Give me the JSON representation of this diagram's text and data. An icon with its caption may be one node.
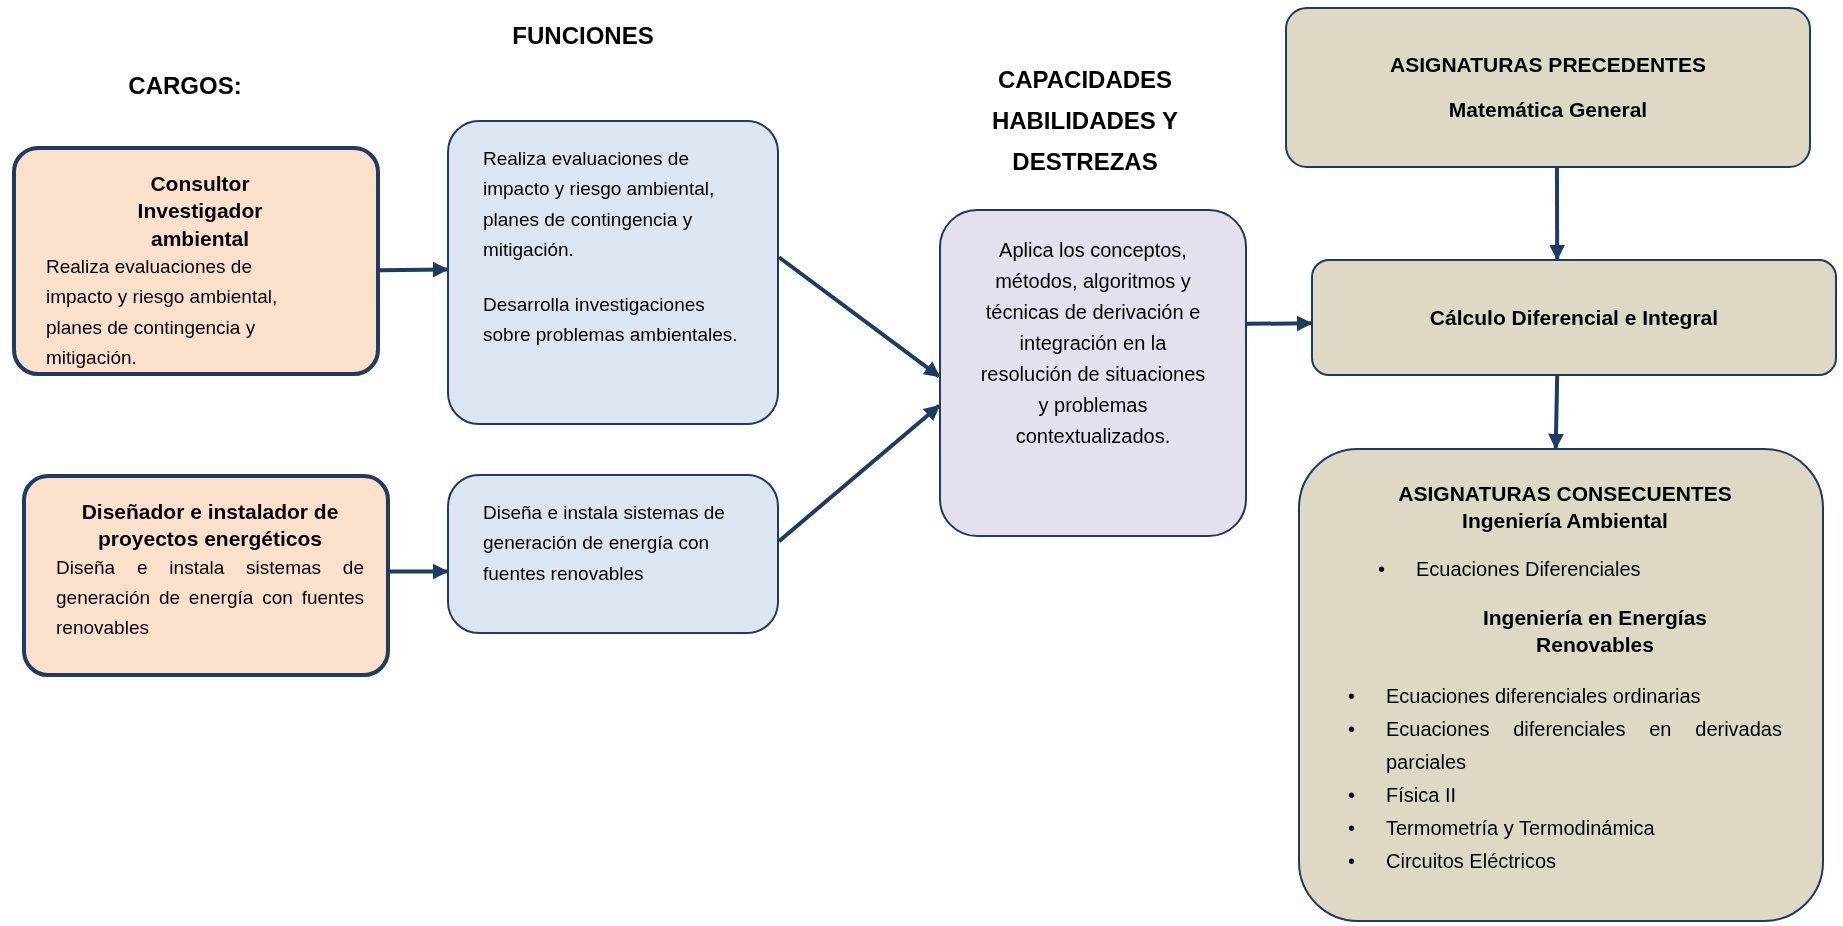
{
  "diagram": {
    "nodes": [
      {
        "text": [
          "Consultor Investigador ambiental",
          "Realiza evaluaciones de impacto y riesgo ambiental, planes de contingencia y mitigación."
        ]
      },
      {
        "text": [
          "Realiza evaluaciones de impacto y riesgo ambiental, planes de contingencia y mitigación.",
          "Desarrolla investigaciones sobre problemas ambientales."
        ]
      },
      {
        "text": [
          "Diseñador e instalador de proyectos energéticos",
          "Diseña e instala sistemas de generación de energía con fuentes renovables"
        ]
      },
      {
        "text": [
          "Diseña e instala sistemas de generación de energía con fuentes renovables"
        ]
      },
      {
        "text": [
          "Aplica los conceptos, métodos, algoritmos y técnicas de derivación e integración en la resolución de situaciones y problemas contextualizados."
        ]
      },
      {
        "text": [
          "ASIGNATURAS PRECEDENTES",
          "Matemática General"
        ]
      },
      {
        "text": [
          "Cálculo Diferencial e Integral"
        ]
      },
      {
        "text": [
          "ASIGNATURAS CONSECUENTES",
          "Ingeniería Ambiental",
          "•",
          "Ecuaciones Diferenciales",
          "Ingeniería en Energías Renovables",
          "•",
          "Ecuaciones diferenciales ordinarias",
          "•",
          "Ecuaciones diferenciales en derivadas parciales",
          "•",
          "Física II",
          "•",
          "Termometría y Termodinámica",
          "•",
          "Circuitos Eléctricos"
        ]
      }
    ],
    "edges": [
      {
        "from": 0,
        "to": 1,
        "arrow": "to"
      },
      {
        "from": 2,
        "to": 3,
        "arrow": "to"
      },
      {
        "from": 1,
        "to": 4,
        "arrow": "to"
      },
      {
        "from": 3,
        "to": 4,
        "arrow": "to"
      },
      {
        "from": 4,
        "to": 6,
        "arrow": "to"
      },
      {
        "from": 5,
        "to": 6,
        "arrow": "to"
      },
      {
        "from": 6,
        "to": 7,
        "arrow": "to"
      }
    ],
    "labels": [
      "FUNCIONES",
      "CARGOS:",
      "CAPACIDADES HABILIDADES Y DESTREZAS"
    ]
  }
}
